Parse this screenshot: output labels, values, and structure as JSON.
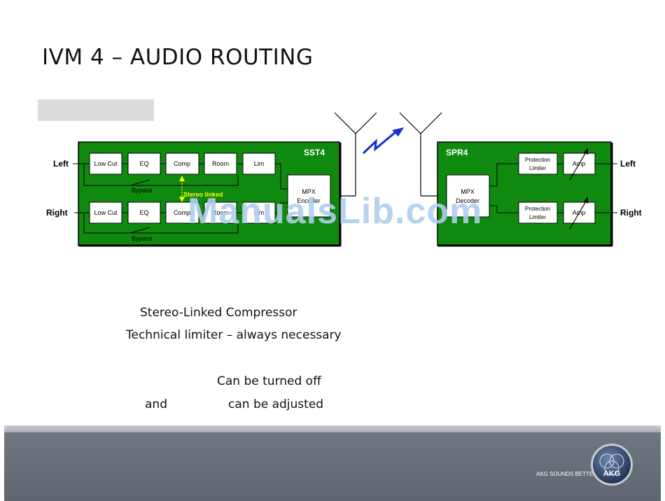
{
  "slide": {
    "title": "IVM 4 – AUDIO ROUTING"
  },
  "diagram": {
    "transmitter": {
      "name": "SST4",
      "input_left": "Left",
      "input_right": "Right",
      "blocks": [
        "Low Cut",
        "EQ",
        "Comp",
        "Room",
        "Lim"
      ],
      "bypass_label": "Bypass",
      "stereo_linked_label": "Stereo linked",
      "encoder_label_1": "MPX",
      "encoder_label_2": "Encoder"
    },
    "receiver": {
      "name": "SPR4",
      "output_left": "Left",
      "output_right": "Right",
      "decoder_label_1": "MPX",
      "decoder_label_2": "Decoder",
      "protection_label_1": "Protection",
      "protection_label_2": "Limiter",
      "amp_label": "Amp"
    },
    "colors": {
      "board_green": "#0f8a0f",
      "stereo_link_yellow": "#ffff00",
      "rf_link_blue": "#1030d0"
    }
  },
  "notes": {
    "line1": "Stereo-Linked Compressor",
    "line2": "Technical limiter – always necessary",
    "line3": "Can be turned off",
    "line4_a": "and",
    "line4_b": "can be adjusted"
  },
  "footer": {
    "slogan": "AKG SOUNDS BETTER",
    "logo_text": "AKG"
  },
  "watermark": {
    "text": "ManualsLib.com"
  }
}
